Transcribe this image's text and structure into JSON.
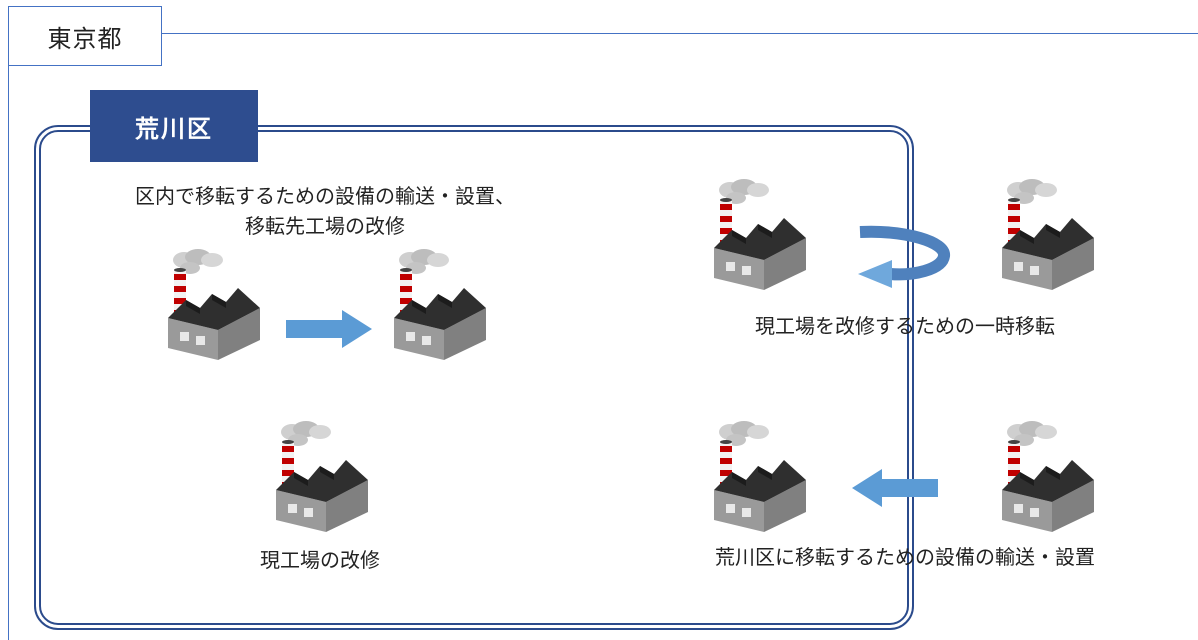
{
  "region": {
    "outer_label": "東京都",
    "inner_label": "荒川区"
  },
  "scenarios": {
    "move_within": {
      "line1": "区内で移転するための設備の輸送・設置、",
      "line2": "移転先工場の改修"
    },
    "renovate_current": {
      "label": "現工場の改修"
    },
    "temporary_move": {
      "label": "現工場を改修するための一時移転"
    },
    "move_into": {
      "label": "荒川区に移転するための設備の輸送・設置"
    }
  },
  "colors": {
    "frame": "#2b4b8c",
    "tab": "#2e4d8f",
    "arrow": "#5b9bd5",
    "tokyo_line": "#4472c4"
  },
  "icons": {
    "factory": "factory-icon",
    "arrow_right": "arrow-right-icon",
    "arrow_left": "arrow-left-icon",
    "arrow_loop": "circular-arrow-icon"
  }
}
